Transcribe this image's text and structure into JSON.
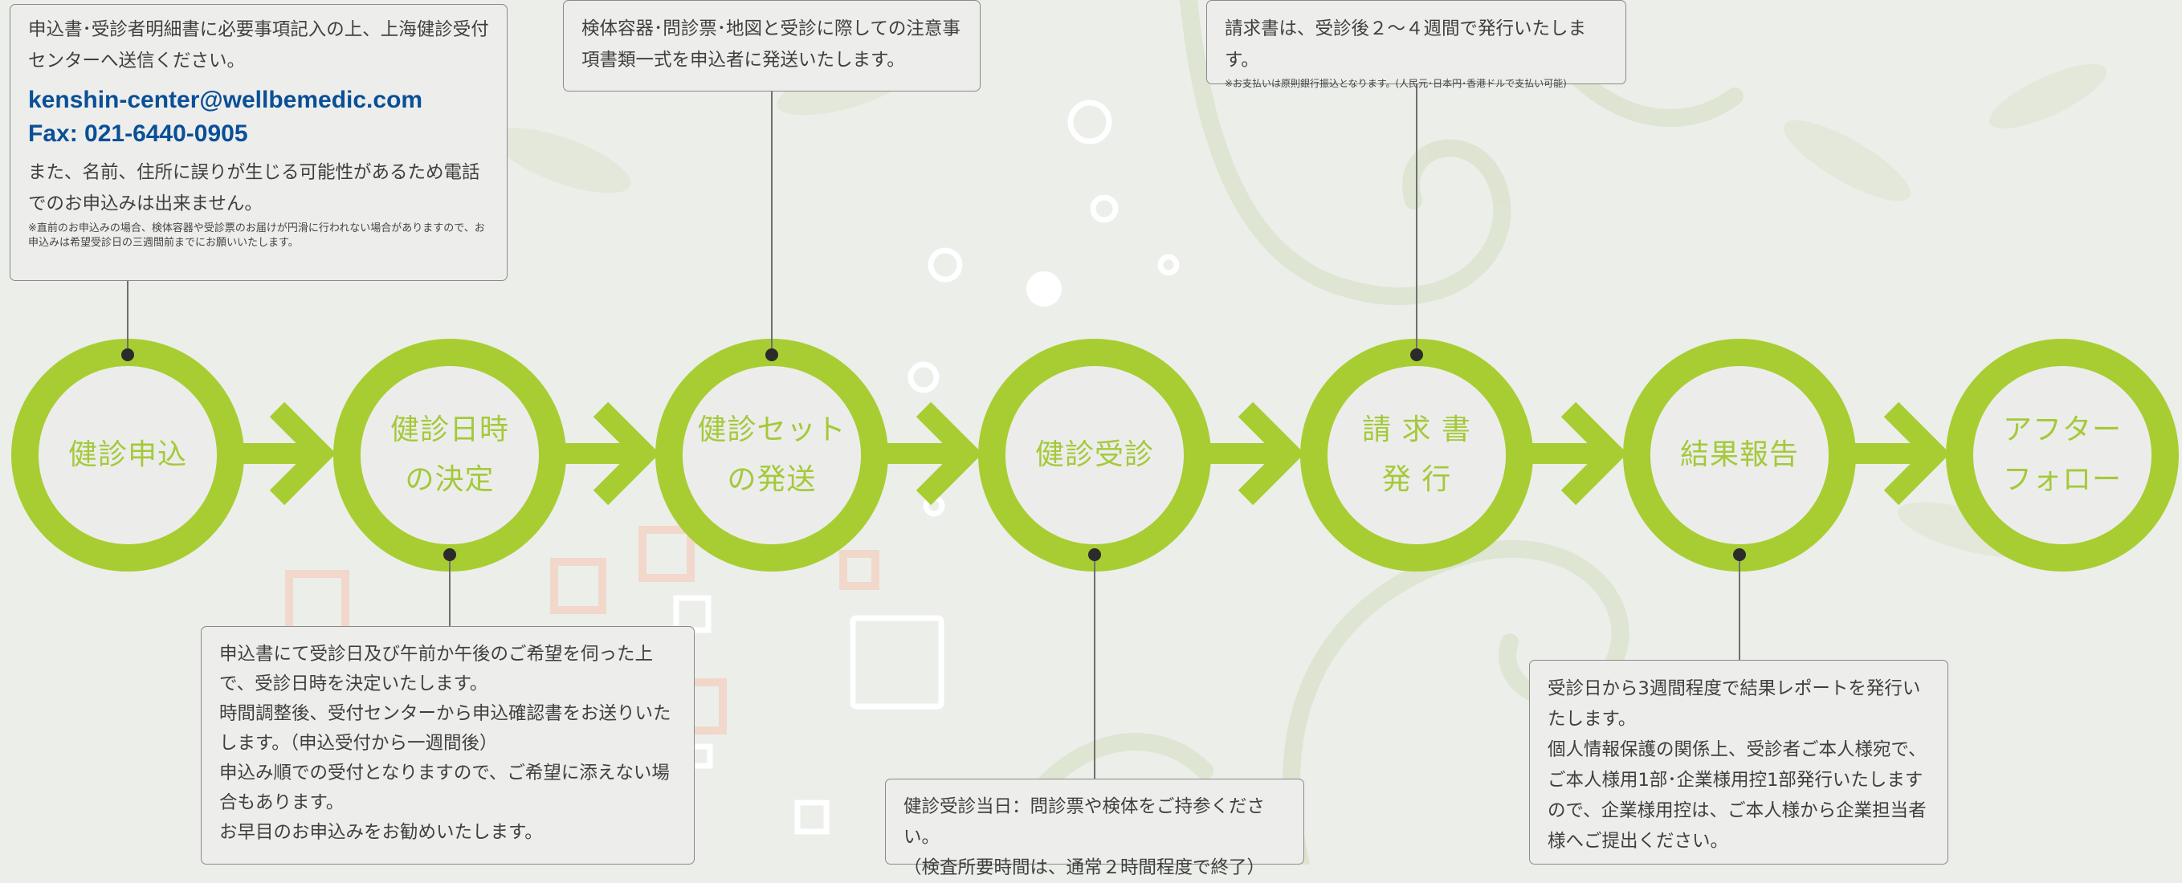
{
  "colors": {
    "accent": "#a8cd32",
    "label": "#a4c93a",
    "link": "#0a4f97",
    "background": "#eceeea"
  },
  "steps": [
    {
      "label": "健診申込"
    },
    {
      "label": "健診日時\nの決定"
    },
    {
      "label": "健診セット\nの発送"
    },
    {
      "label": "健診受診"
    },
    {
      "label": "請 求 書\n発 行"
    },
    {
      "label": "結果報告"
    },
    {
      "label": "アフター\nフォロー"
    }
  ],
  "notes": {
    "apply": {
      "text1": "申込書･受診者明細書に必要事項記入の上、上海健診受付センターへ送信ください。",
      "email": "kenshin-center@wellbemedic.com",
      "fax": "Fax: 021-6440-0905",
      "text2": "また、名前、住所に誤りが生じる可能性があるため電話でのお申込みは出来ません。",
      "small": "※直前のお申込みの場合、検体容器や受診票のお届けが円滑に行われない場合がありますので、お申込みは希望受診日の三週間前までにお願いいたします。"
    },
    "schedule": {
      "line1": "申込書にて受診日及び午前か午後のご希望を伺った上で、受診日時を決定いたします。",
      "line2": "時間調整後、受付センターから申込確認書をお送りいたします。（申込受付から一週間後）",
      "line3": "申込み順での受付となりますので、ご希望に添えない場合もあります。",
      "line4": "お早目のお申込みをお勧めいたします。"
    },
    "shipping": {
      "text": "検体容器･問診票･地図と受診に際しての注意事項書類一式を申込者に発送いたします。"
    },
    "exam": {
      "line1": "健診受診当日：問診票や検体をご持参ください。",
      "line2": "（検査所要時間は、通常２時間程度で終了）"
    },
    "billing": {
      "text": "請求書は、受診後２～４週間で発行いたします。",
      "small": "※お支払いは原則銀行振込となります。(人民元･日本円･香港ドルで支払い可能)"
    },
    "results": {
      "line1": "受診日から3週間程度で結果レポートを発行いたします。",
      "line2": "個人情報保護の関係上、受診者ご本人様宛で、ご本人様用1部･企業様用控1部発行いたしますので、企業様用控は、ご本人様から企業担当者様へご提出ください。"
    }
  }
}
